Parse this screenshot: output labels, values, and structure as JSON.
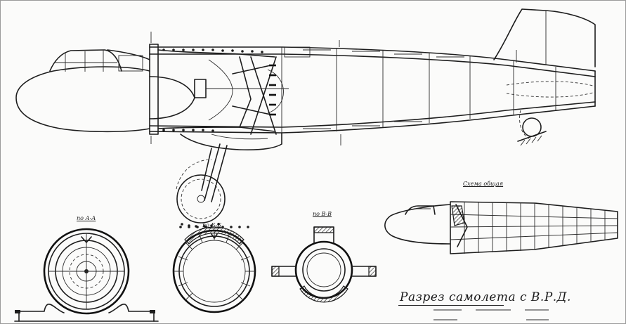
{
  "drawing": {
    "title": "Разрез самолета с В.Р.Д.",
    "section_labels": {
      "section_a": "по А-А",
      "section_b": "по Б-Б",
      "section_c": "по В-В",
      "general_scheme": "Схема общая"
    }
  }
}
